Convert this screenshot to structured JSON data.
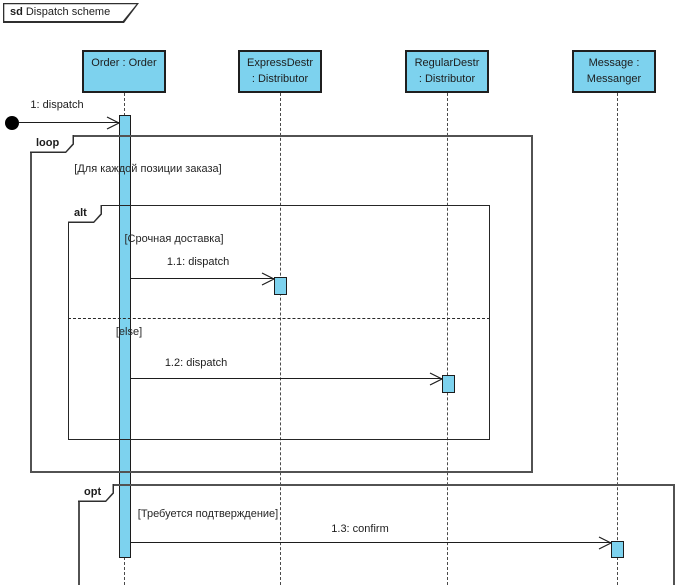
{
  "title": {
    "keyword": "sd",
    "name": "Dispatch scheme"
  },
  "colors": {
    "fill_blue": "#7dd2ee",
    "line_dark": "#1d1d1d"
  },
  "lifelines": [
    {
      "id": "order",
      "line1": "Order : Order",
      "line2": ""
    },
    {
      "id": "express",
      "line1": "ExpressDestr",
      "line2": ": Distributor"
    },
    {
      "id": "regular",
      "line1": "RegularDestr",
      "line2": ": Distributor"
    },
    {
      "id": "message",
      "line1": "Message :",
      "line2": "Messanger"
    }
  ],
  "fragments": {
    "loop": {
      "operator": "loop",
      "guard": "[Для каждой позиции заказа]"
    },
    "alt": {
      "operator": "alt",
      "guard1": "[Срочная доставка]",
      "guard2": "[else]"
    },
    "opt": {
      "operator": "opt",
      "guard": "[Требуется подтверждение]"
    }
  },
  "messages": {
    "m1": "1: dispatch",
    "m11": "1.1: dispatch",
    "m12": "1.2: dispatch",
    "m13": "1.3: confirm"
  }
}
